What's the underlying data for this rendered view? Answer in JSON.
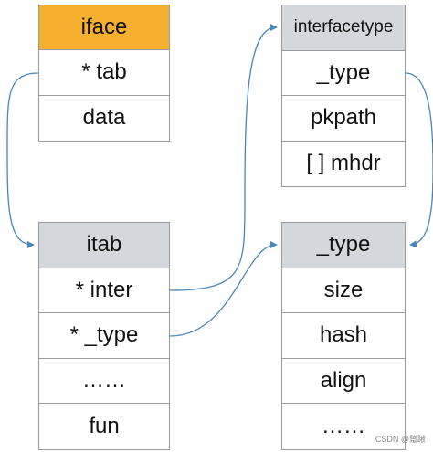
{
  "colors": {
    "border": "#9a9a9a",
    "iface_header": "#f5b02f",
    "table_header": "#d4d7dc",
    "arrow": "#4a86b8"
  },
  "iface": {
    "title": "iface",
    "fields": [
      "* tab",
      "data"
    ]
  },
  "itab": {
    "title": "itab",
    "fields": [
      "* inter",
      "* _type",
      "……",
      "fun"
    ]
  },
  "interfacetype": {
    "title": "interfacetype",
    "fields": [
      "_type",
      "pkpath",
      "[ ] mhdr"
    ]
  },
  "type_struct": {
    "title": "_type",
    "fields": [
      "size",
      "hash",
      "align",
      "……"
    ]
  },
  "watermark": "CSDN @蹩踿"
}
